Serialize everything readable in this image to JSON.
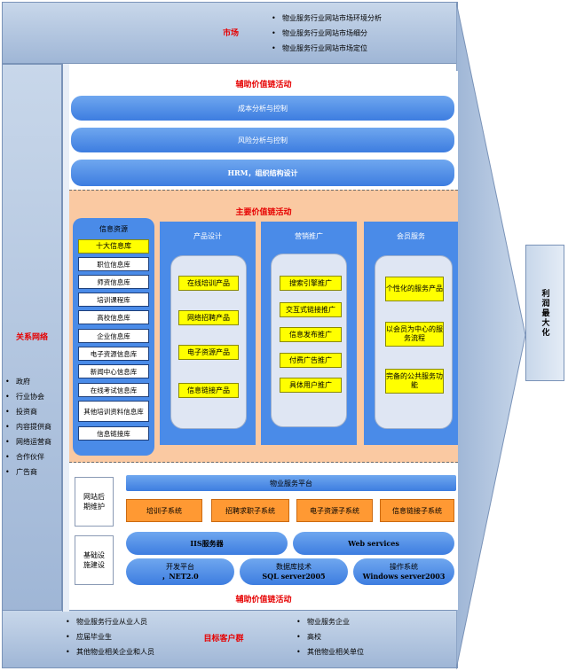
{
  "market": {
    "title": "市场",
    "items": [
      "物业服务行业网站市场环境分析",
      "物业服务行业网站市场细分",
      "物业服务行业网站市场定位"
    ]
  },
  "relations": {
    "title": "关系网络",
    "items": [
      "政府",
      "行业协会",
      "投资商",
      "内容提供商",
      "网络运营商",
      "合作伙伴",
      "广告商"
    ]
  },
  "support_top": {
    "title": "辅助价值链活动",
    "bars": [
      "成本分析与控制",
      "风险分析与控制",
      "HRM，组织结构设计"
    ]
  },
  "primary": {
    "title": "主要价值链活动",
    "info_resources": {
      "title": "信息资源",
      "items": [
        "十大信息库",
        "职位信息库",
        "师资信息库",
        "培训课程库",
        "高校信息库",
        "企业信息库",
        "电子资源信息库",
        "新闻中心信息库",
        "在线考试信息库",
        "其他培训资料信息库",
        "信息链接库"
      ]
    },
    "product_design": {
      "title": "产品设计",
      "items": [
        "在线培训产品",
        "网络招聘产品",
        "电子资源产品",
        "信息链接产品"
      ]
    },
    "marketing": {
      "title": "营销推广",
      "items": [
        "搜索引擎推广",
        "交互式链接推广",
        "信息发布推广",
        "付费广告推广",
        "具体用户推广"
      ]
    },
    "member_service": {
      "title": "会员服务",
      "items": [
        "个性化的服务产品",
        "以会员为中心的服务流程",
        "完备的公共服务功能"
      ]
    }
  },
  "maintenance": {
    "label": "网站后期维护",
    "platform": "物业服务平台",
    "subsystems": [
      "培训子系统",
      "招聘求职子系统",
      "电子资源子系统",
      "信息链接子系统"
    ]
  },
  "infrastructure": {
    "label": "基础设施建设",
    "row1": [
      "IIS服务器",
      "Web services"
    ],
    "row2": [
      {
        "line1": "开发平台",
        "line2": "，NET2.0"
      },
      {
        "line1": "数据库技术",
        "line2": "SQL server2005"
      },
      {
        "line1": "操作系统",
        "line2": "Windows server2003"
      }
    ]
  },
  "support_bottom": {
    "title": "辅助价值链活动"
  },
  "customers": {
    "title": "目标客户群",
    "left": [
      "物业服务行业从业人员",
      "应届毕业生",
      "其他物业相关企业和人员"
    ],
    "right": [
      "物业服务企业",
      "高校",
      "其他物业相关单位"
    ]
  },
  "outcome": {
    "text": "利润最大化"
  }
}
